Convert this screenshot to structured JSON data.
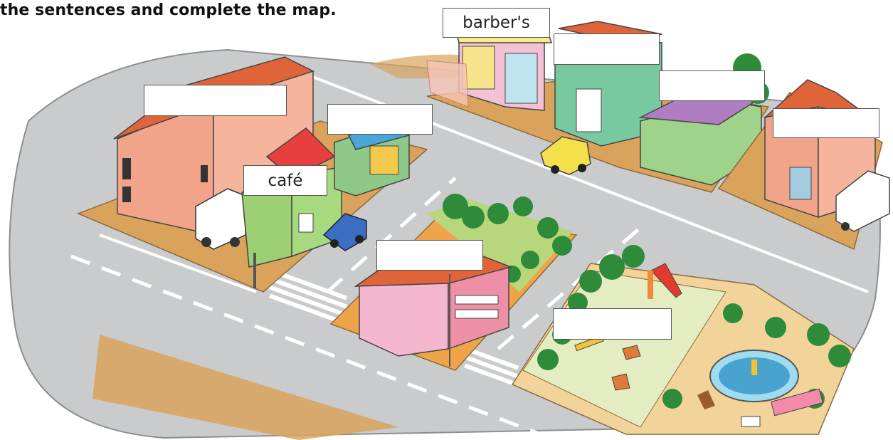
{
  "instruction": "the sentences and complete the map.",
  "labels": [
    {
      "id": "barbers",
      "text": "barber's"
    },
    {
      "id": "green-shop",
      "text": ""
    },
    {
      "id": "purple-shop",
      "text": ""
    },
    {
      "id": "right-building",
      "text": ""
    },
    {
      "id": "big-building",
      "text": ""
    },
    {
      "id": "shop-top-left",
      "text": ""
    },
    {
      "id": "cafe",
      "text": "café"
    },
    {
      "id": "school",
      "text": ""
    },
    {
      "id": "park",
      "text": ""
    }
  ],
  "colors": {
    "road": "#c9cbcc",
    "pavement": "#d9a35c",
    "grass": "#e4ecc2",
    "roof": "#e0643a",
    "tree": "#2e8b3a"
  }
}
